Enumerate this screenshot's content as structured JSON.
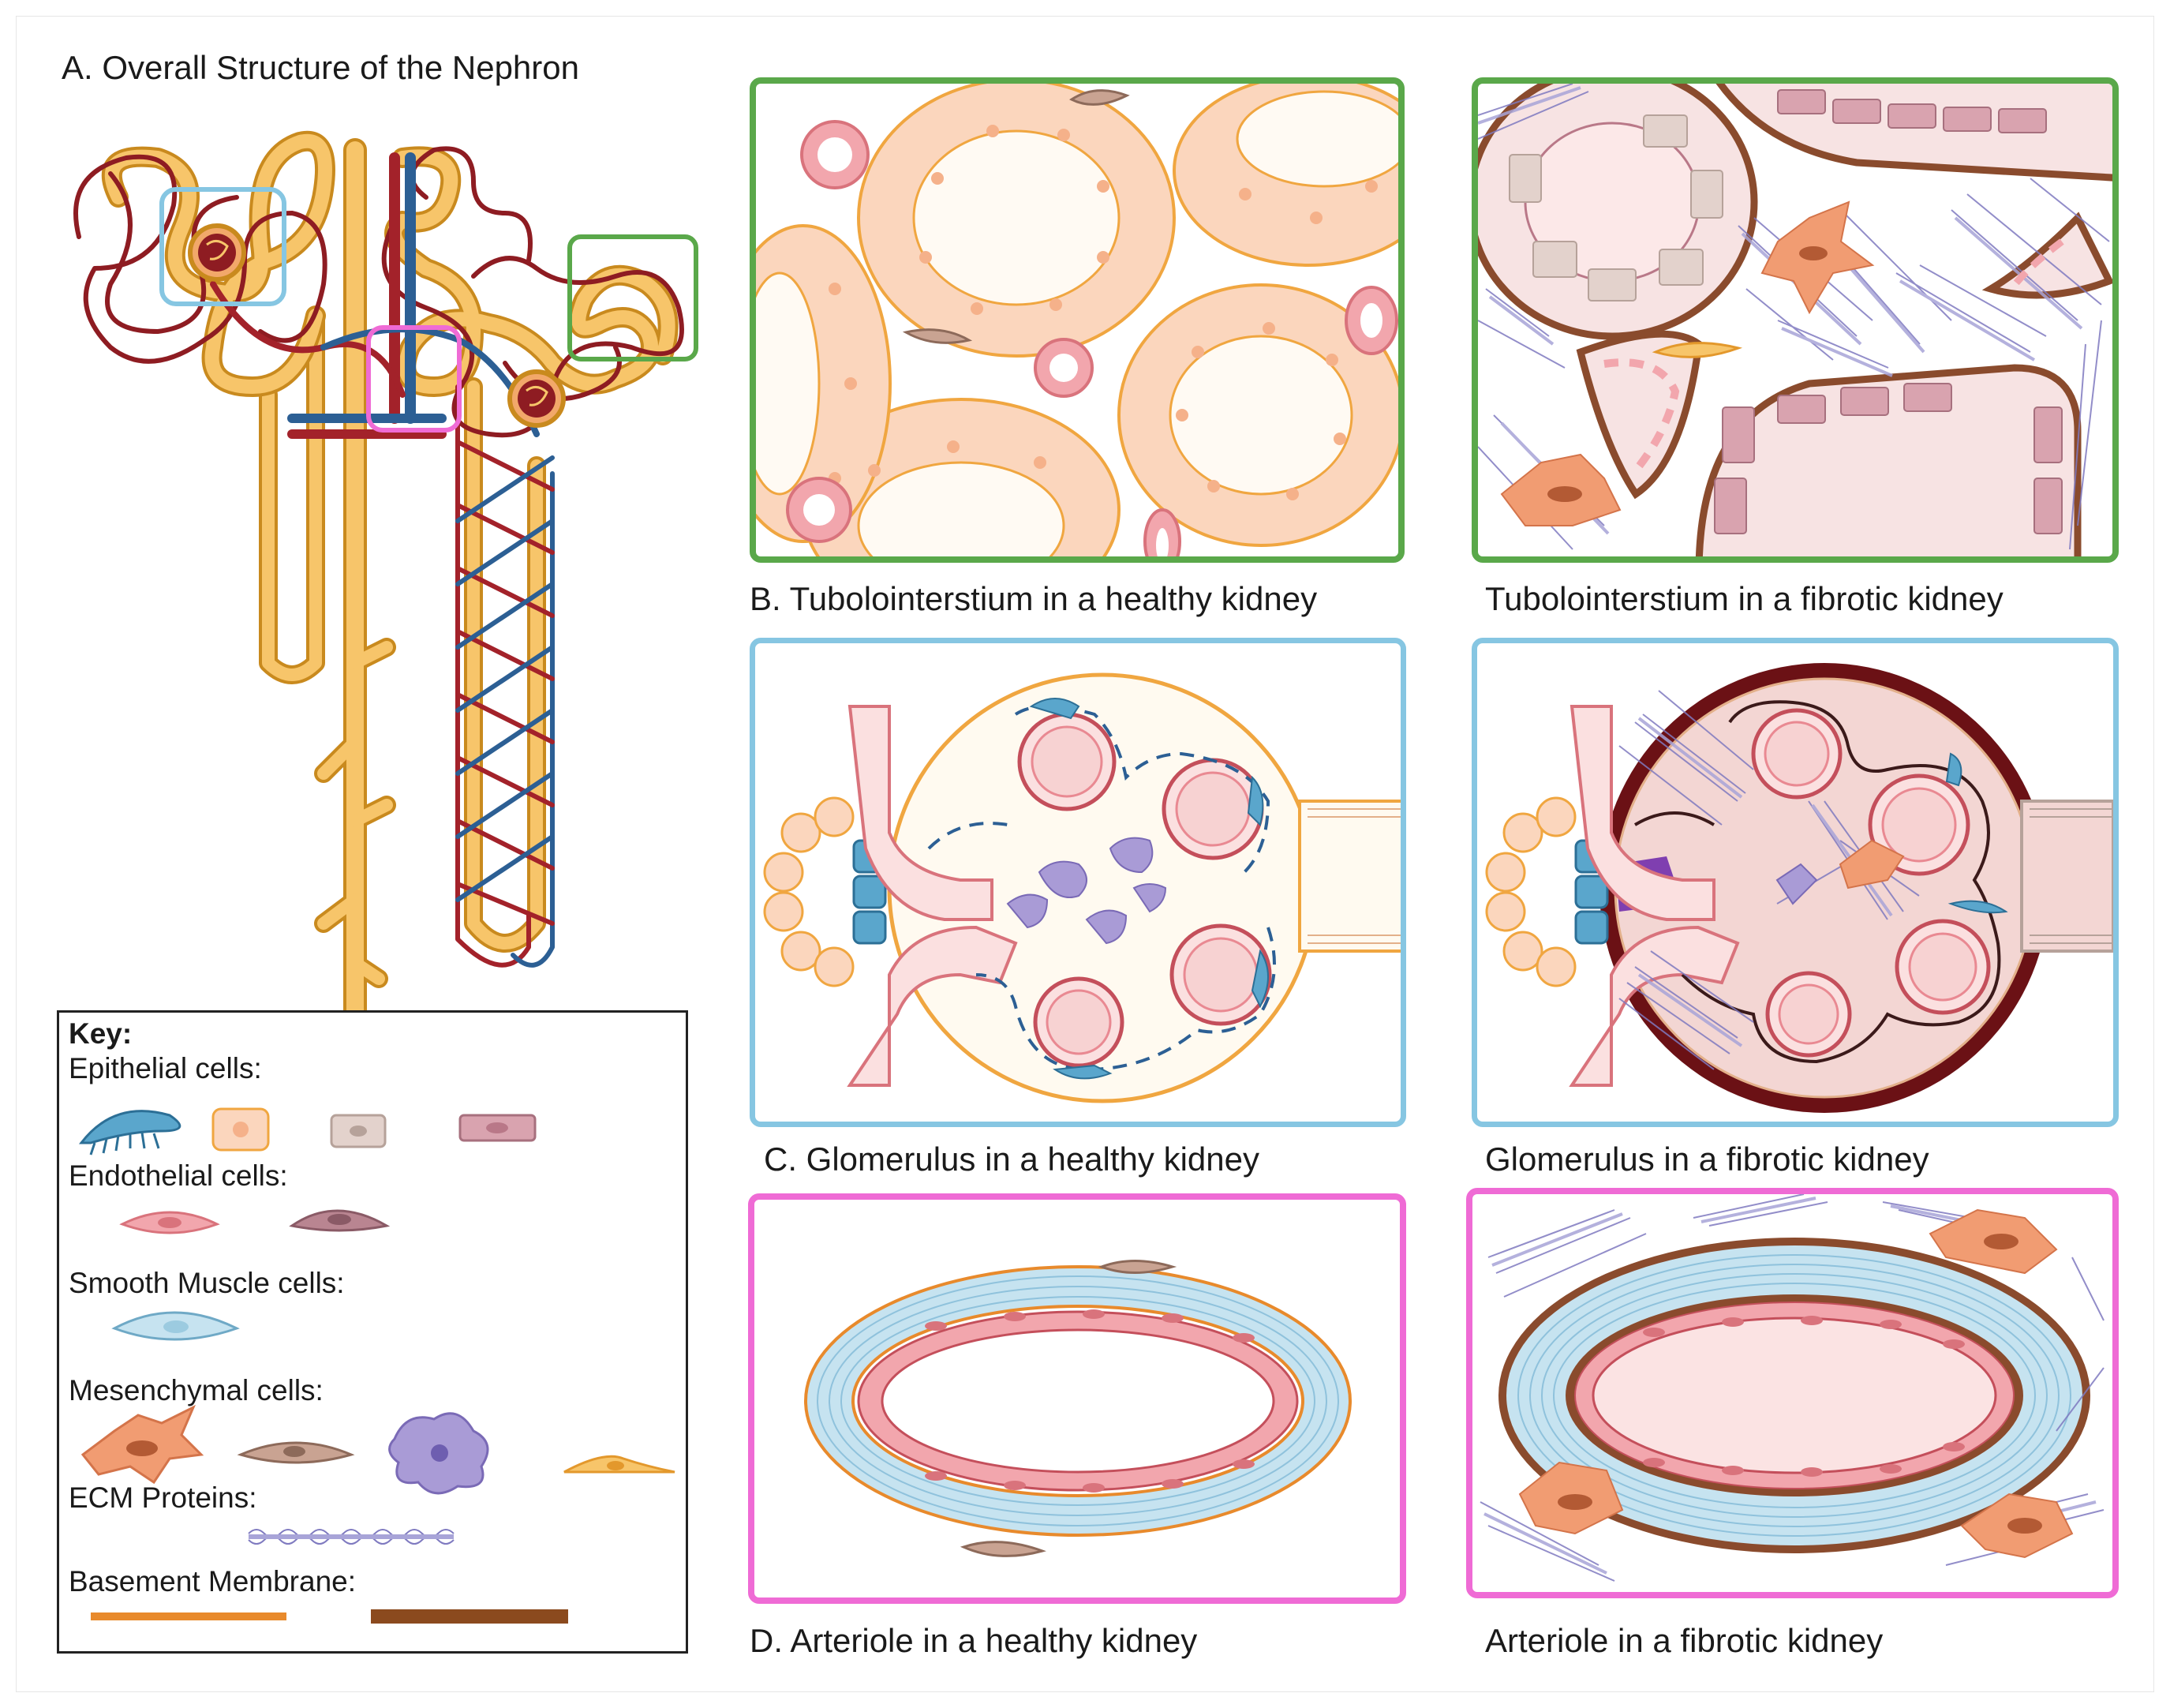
{
  "labels": {
    "a": "A. Overall Structure of the Nephron",
    "b": "B. Tubolointerstium in a healthy kidney",
    "b_fibrotic": "Tubolointerstium in a fibrotic kidney",
    "c": "C. Glomerulus in a healthy kidney",
    "c_fibrotic": "Glomerulus in a fibrotic kidney",
    "d": "D. Arteriole in a healthy kidney",
    "d_fibrotic": "Arteriole in a fibrotic kidney"
  },
  "key": {
    "title": "Key:",
    "epithelial": "Epithelial cells:",
    "endothelial": "Endothelial cells:",
    "smooth_muscle": "Smooth Muscle cells:",
    "mesenchymal": "Mesenchymal cells:",
    "ecm": "ECM Proteins:",
    "basement": "Basement Membrane:"
  },
  "colors": {
    "healthy_panel": "#5aa84a",
    "glomerulus_panel": "#86c6e2",
    "arteriole_panel": "#ef6bd5",
    "tubule_orange": "#f0a640",
    "vessel_red": "#a3222a",
    "vessel_blue": "#2c5f94",
    "epithelial_peach": "#fbd6bd",
    "fibrotic_brown": "#8a4b2d",
    "ecm_purple": "#8a86c6",
    "smooth_muscle_blue": "#c6e3f0",
    "endothelial_pink": "#e98992"
  }
}
